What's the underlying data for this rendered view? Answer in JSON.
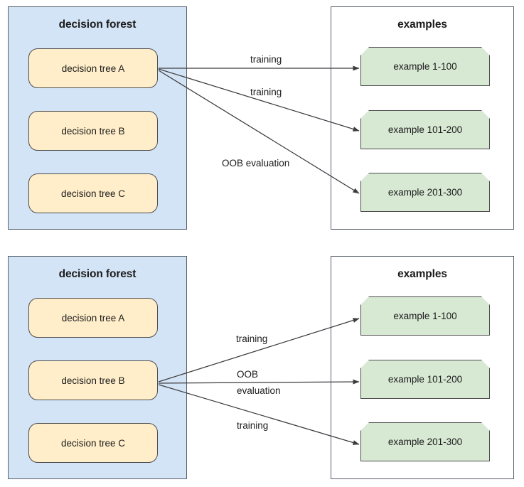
{
  "diagrams": [
    {
      "id": "oob-tree-a",
      "forest": {
        "title": "decision forest",
        "trees": [
          {
            "label": "decision tree A",
            "highlighted": true
          },
          {
            "label": "decision tree B",
            "highlighted": false
          },
          {
            "label": "decision tree C",
            "highlighted": false
          }
        ]
      },
      "examples": {
        "title": "examples",
        "items": [
          {
            "label": "example 1-100"
          },
          {
            "label": "example 101-200"
          },
          {
            "label": "example 201-300"
          }
        ]
      },
      "edges": [
        {
          "from": "decision tree A",
          "to": "example 1-100",
          "label": "training",
          "lines": [
            "training"
          ]
        },
        {
          "from": "decision tree A",
          "to": "example 101-200",
          "label": "training",
          "lines": [
            "training"
          ]
        },
        {
          "from": "decision tree A",
          "to": "example 201-300",
          "label": "OOB evaluation",
          "lines": [
            "OOB evaluation"
          ]
        }
      ]
    },
    {
      "id": "oob-tree-b",
      "forest": {
        "title": "decision forest",
        "trees": [
          {
            "label": "decision tree A",
            "highlighted": false
          },
          {
            "label": "decision tree B",
            "highlighted": true
          },
          {
            "label": "decision tree C",
            "highlighted": false
          }
        ]
      },
      "examples": {
        "title": "examples",
        "items": [
          {
            "label": "example 1-100"
          },
          {
            "label": "example 101-200"
          },
          {
            "label": "example 201-300"
          }
        ]
      },
      "edges": [
        {
          "from": "decision tree B",
          "to": "example 1-100",
          "label": "training",
          "lines": [
            "training"
          ]
        },
        {
          "from": "decision tree B",
          "to": "example 101-200",
          "label": "OOB evaluation",
          "lines": [
            "OOB",
            "evaluation"
          ]
        },
        {
          "from": "decision tree B",
          "to": "example 201-300",
          "label": "training",
          "lines": [
            "training"
          ]
        }
      ]
    }
  ],
  "colors": {
    "forest_panel_fill": "#d4e4f7",
    "panel_stroke": "#57606b",
    "tree_fill": "#ffeec9",
    "tree_stroke": "#4d4d4d",
    "example_fill": "#d7e8d3",
    "example_stroke": "#4d4d4d",
    "arrow_stroke": "#3c3c3c",
    "text": "#1b1b1b",
    "background": "#ffffff"
  }
}
